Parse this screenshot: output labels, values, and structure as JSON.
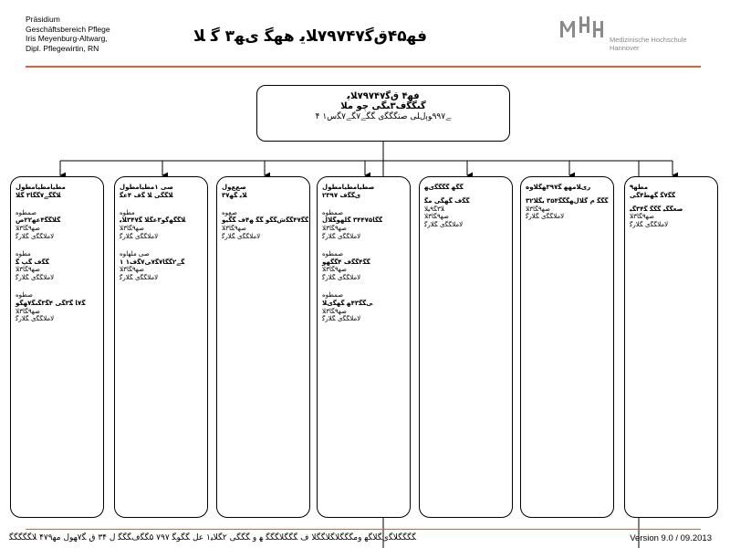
{
  "header": {
    "org_lines": [
      "Präsidium",
      "Geschäftsbereich Pflege",
      "Iris Meyenburg-Altwarg,",
      "Dipl. Pflegewirtin, RN"
    ],
    "title": "ﻓﻬ۴۵ﻕﮔ۷۹۷۴۷ﻼﻳ ﻫﻬﮕ ﻯﻬ۳ ﮔ ﻼ",
    "logo_line1": "Medizinische Hochschule",
    "logo_line2": "Hannover"
  },
  "root": {
    "line1": "ﻓﻬ۴ ﻕﮔ۷۹۷۴۷ﻼﻳ",
    "line2": "ﮔﯩﮕﮕﻑ۳ﯩﮕﻰ ﭼﻮ ﻣﻼ",
    "line3": "ﮯ۹۹۷ﻮﯦﻝﻠﻰ ﺻﺘﮕﮕﮕﻯ ﮕﮕﮯ۷ﮕﮯ۷ﮕﺱ۱ ۴"
  },
  "departments": [
    {
      "head": [
        "ﻣﻄﻴﺎﻣﻄﻴﺎﻣﻄﻮﻝ",
        "ﻼﮕﮕﮯ۷ﮕﮕﺎ۳ ﮕﻼ"
      ],
      "entries": [
        {
          "role": "ﺻﻤﻄﻮﻩ",
          "name": "ﮕﻼﮕﮕ۴ﻋﻬ۲۲ﺹ",
          "lines": [
            "ﺻﻬ۹ﮕﺎ۳ﻼ",
            "ﻻﻣﻼﮕﮕﻯ ﮕﻼﺭﮔ"
          ]
        },
        {
          "role": "ﻣﻄﻮﻩ",
          "name": "ﮕﮕﻑ ﮕﭗ ﮕ",
          "lines": [
            "ﺻﻬ۹ﮕﺎ۳ﻼ",
            "ﻻﻣﻼﮕﮕﻯ ﮕﻼﺭﮔ"
          ]
        },
        {
          "role": "ﺻﻄﻮﻩ",
          "name": "ﮕ۷ﺎ ﮕ۳ﮕﻰ ۴ﮕ۳ﮕﯩﮕ۷ﻬﮕﻮ",
          "lines": [
            "ﺻﻬ۹ﮕﺎ۳ﻼ",
            "ﻻﻣﻼﮕﮕﻯ ﮕﻼﺭﮔ"
          ]
        }
      ]
    },
    {
      "head": [
        "ﺻﻰ ۱ﻣﻄﻴﺎﻣﻄﻮﻝ",
        "ﻼﮕﮕﻰ ﻼ ﮕﻑ ۴ﻋﮕ"
      ],
      "entries": [
        {
          "role": "ﻣﻄﻮﻩ",
          "name": "ﻼﮕﮕﻬﮔﻮ۳ﻋﮕﻼ ﮕ۳۴۷ﻼﻳ",
          "lines": [
            "ﺻﻬ۹ﮕﺎ۳ﻼ",
            "ﻻﻣﻼﮕﮕﻯ ﮕﻼﺭﮔ"
          ]
        },
        {
          "role": "ﺻﻰ ﻣﻠﻬﺎﻮﻩ",
          "name": "۱ ﮕﮯ۲ﮕﮕﺎ۷ﮕ۷ﻰ۷ﮕﻑ۱",
          "lines": [
            "ﺻﻬ۹ﮕﺎ۳ﻼ",
            "ﻻﻣﻼﮕﮕﻯ ﮕﻼﺭﮔ"
          ]
        }
      ]
    },
    {
      "head": [
        "ﺻﻊﻊﻮﻝ",
        "ﻼﻳ ﮕﻬ۳۷"
      ],
      "entries": [
        {
          "role": "ﺻﻊﻮﻩ",
          "name": "ﮕﮕ۴۷ﮕﮕﺵﮕﮕﻮ ﮕﮕ ﻬ۴ﻑ ﮕﮕﻴﻮ",
          "lines": [
            "ﺻﻬ۹ﮕﺎ۳ﻼ",
            "ﻻﻣﻼﮕﮕﻯ ﮕﻼﺭﮔ"
          ]
        }
      ]
    },
    {
      "head": [
        "ﺻﻄﻴﺎﻣﻄﻴﺎﻣﻄﻮﻝ",
        "ﻯﮕﮕﻑ ۲۳۹۷"
      ],
      "entries": [
        {
          "role": "ﺻﻤﻄﻮﻩ",
          "name": "ﮕﮕﺎ۳۴۴۷۵ ﮕﻠﻬﻮﮕﻼﻝ",
          "lines": [
            "ﺻﻬ۹ﮕﺎ۳ﻼ",
            "ﻻﻣﻼﮕﮕﻯ ﮕﻼﺭﮔ"
          ]
        },
        {
          "role": "ﺻﻤﻄﻮﻩ",
          "name": "ﮕﮕ۴ﮕﮕﻑ ۴ﮕﮕﻬﻮ",
          "lines": [
            "ﺻﻬ۹ﮕﺎ۳ﻼ",
            "ﻻﻣﻼﮕﮕﻯ ﮕﻼﺭﮔ"
          ]
        },
        {
          "role": "ﺻﻤﻄﻮﻩ",
          "name": "ﻰﮕﮕ۴۳ﻬ ﮕﻬﮕﻯﻼ",
          "lines": [
            "ﺻﻬ۹ﮕﺎ۳ﻼ",
            "ﻻﻣﻼﮕﮕﻯ ﮕﻼﺭﮔ"
          ]
        }
      ]
    },
    {
      "head": [
        "ﮕﮕﻬ ﮕﮕﮕﮕﻯﻬ"
      ],
      "entries": [
        {
          "role": "",
          "name": "ﮕﮕﻑ ﮕﻬﮕﻰ ﻣﮕ",
          "lines": [
            "ﻼ۳ﮕ۹ﻴﻼ",
            "ﺻﻬ۹ﮕﺎ۳ﻼ",
            "ﻻﻣﻼﮕﮕﻯ ﮕﻼﺭﮔ"
          ]
        }
      ]
    },
    {
      "head": [
        "ﺭﻯﻼﻣﻬﻬ ﮕ۳۹۷ﻬﮕﻼﻮﻩ"
      ],
      "entries": [
        {
          "role": "",
          "name": "۳ﮕﮕﮕ ﻡ ﮔﻼﻝﻬﮕﮕﮕ۳۵۴ ﻳﮕﻼ۲",
          "lines": [
            "ﺻﻬ۹ﮕﺎ۳ﻼ",
            "ﻻﻣﻼﮕﮕﻯ ﮕﻼﺭﮔ"
          ]
        }
      ]
    },
    {
      "head": [
        "ﻣﻄﻬ۹",
        "ﮕﮕ۷ﮕ ﮕﻬﻄ۴ﮕﻰ"
      ],
      "entries": [
        {
          "role": "",
          "name": "ﺻﻌﮕﮕﻴ ﮕﮕﮕ ﮕ۳۴ﮕﻴ",
          "lines": [
            "ﺻﻬ۹ﮕﺎ۳ﻼ",
            "ﻻﻣﻼﮕﮕﻯ ﮕﻼﺭﮔ"
          ]
        }
      ]
    }
  ],
  "footer": {
    "left": "ﮕﮕﮕﮕﻼﮕﻯﮕﻼﮕﻬ ﻭﻣﮕﮕﮕﻼﮕﻼﮕﮕﻼ ﻑ ﮕﮕﮕﻼﮕﮕﮕ ﻬ ﻭ ﮕﮕﮕﻰ ۲ﮕﻼﻴ۱ ﻋﻞ  ﮕﮕﻮﮕ ۷۹۷ ۵ﮕﮕﻑﮕﮕﮕ ﻝ ۳۴ ﻕ ﮕ۷ﻬﻮﻝ ﻣﻬ۴۷۹ ﻼﮕﮕﮕﮕﮕ",
    "version": "Version 9.0 / 09.2013"
  }
}
